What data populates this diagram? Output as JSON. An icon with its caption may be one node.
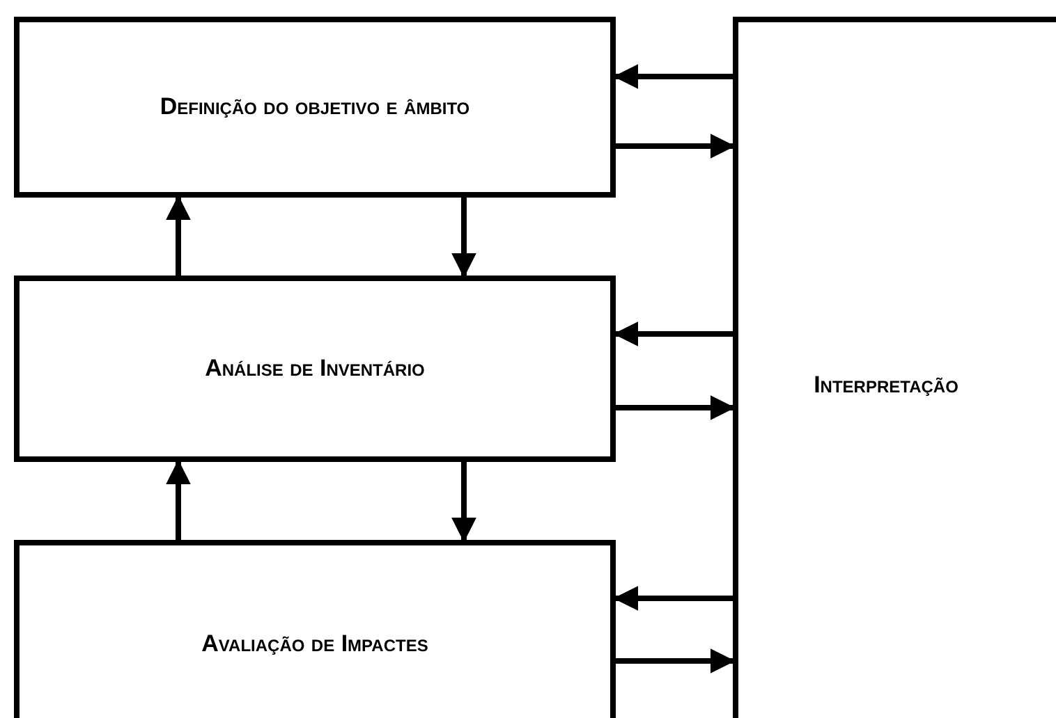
{
  "diagram": {
    "nodes": [
      {
        "text": [
          "Definição do objetivo e âmbito"
        ]
      },
      {
        "text": [
          "Análise de Inventário"
        ]
      },
      {
        "text": [
          "Avaliação de Impactes"
        ]
      },
      {
        "text": [
          "Interpretação"
        ]
      }
    ],
    "edges": [
      {
        "from": 3,
        "to": 0,
        "arrow": "to"
      },
      {
        "from": 0,
        "to": 3,
        "arrow": "to"
      },
      {
        "from": 1,
        "to": 0,
        "arrow": "to"
      },
      {
        "from": 0,
        "to": 1,
        "arrow": "to"
      },
      {
        "from": 3,
        "to": 1,
        "arrow": "to"
      },
      {
        "from": 1,
        "to": 3,
        "arrow": "to"
      },
      {
        "from": 2,
        "to": 1,
        "arrow": "to"
      },
      {
        "from": 1,
        "to": 2,
        "arrow": "to"
      },
      {
        "from": 3,
        "to": 2,
        "arrow": "to"
      },
      {
        "from": 2,
        "to": 3,
        "arrow": "to"
      }
    ]
  }
}
